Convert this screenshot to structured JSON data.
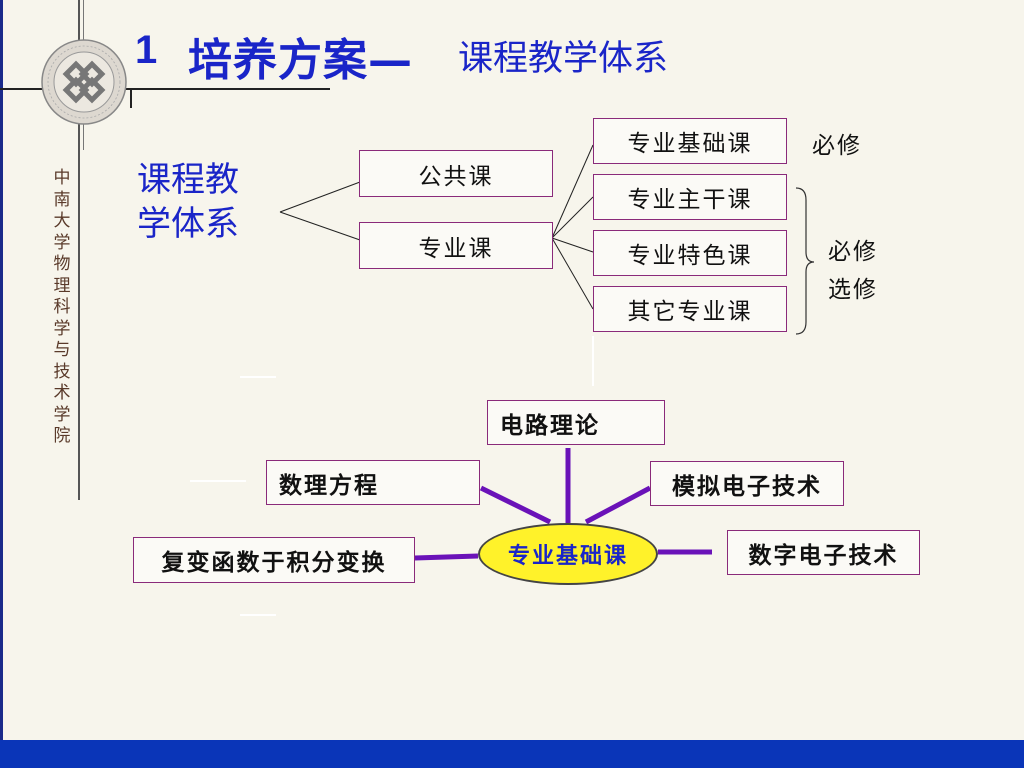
{
  "title": {
    "number": "1",
    "main": "培养方案—",
    "sub": "课程教学体系"
  },
  "sidebar": {
    "vertical_text": "中南大学物理科学与技术学院"
  },
  "tree": {
    "root_label": "课程教学体系",
    "level1": [
      "公共课",
      "专业课"
    ],
    "level2": [
      "专业基础课",
      "专业主干课",
      "专业特色课",
      "其它专业课"
    ],
    "notes": {
      "required_top": "必修",
      "required_group": "必修",
      "elective_group": "选修"
    }
  },
  "hub": {
    "center": "专业基础课",
    "nodes": {
      "circuit_theory": "电路理论",
      "math_physics_equations": "数理方程",
      "analog_electronics": "模拟电子技术",
      "complex_functions": "复变函数于积分变换",
      "digital_electronics": "数字电子技术"
    }
  },
  "colors": {
    "title": "#1a25c8",
    "box_border": "#8a2a7a",
    "spoke": "#6a12b8",
    "hub_fill": "#fff22a",
    "bottom_bar": "#0a35b8"
  }
}
